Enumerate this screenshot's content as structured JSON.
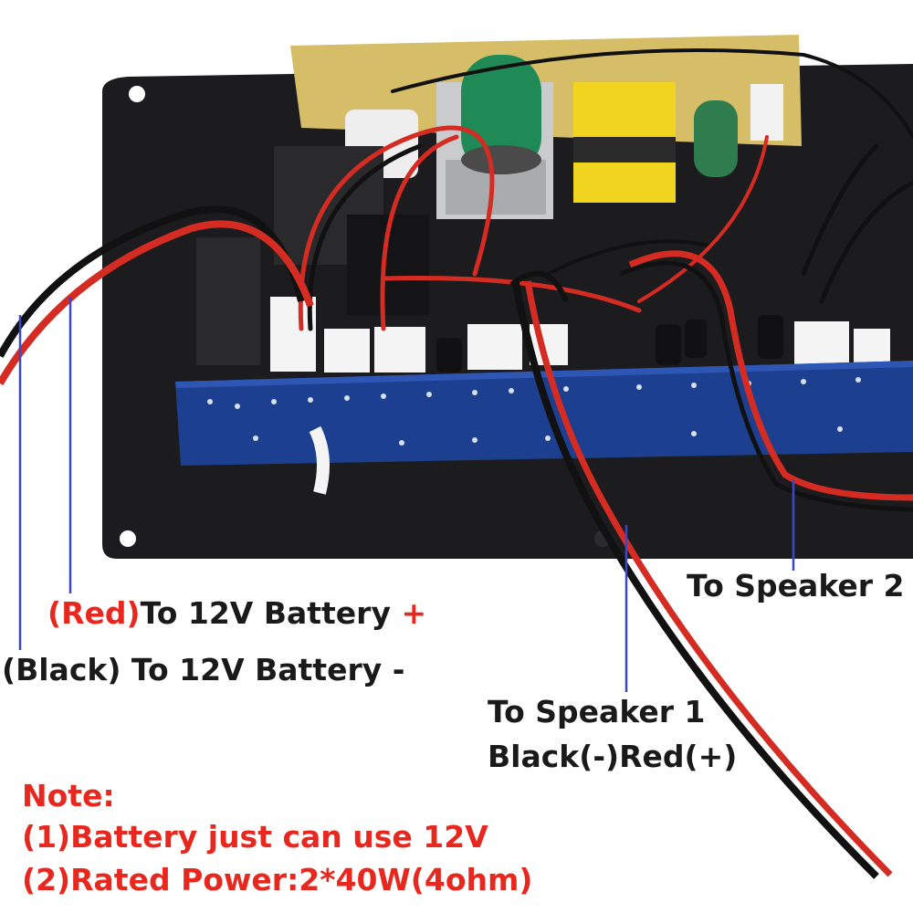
{
  "labels": {
    "battery_plus": {
      "prefix": "(Red)",
      "text": "To 12V Battery ",
      "sign": "+"
    },
    "battery_minus": "(Black) To 12V Battery -",
    "speaker2": "To Speaker 2",
    "speaker1_line1": "To Speaker 1",
    "speaker1_line2": "Black(-)Red(+)"
  },
  "note": {
    "title": "Note:",
    "items": [
      "(1)Battery just can use 12V",
      "(2)Rated Power:2*40W(4ohm)"
    ]
  },
  "colors": {
    "accent_red": "#e8281e",
    "pointer_blue": "#3a48c8",
    "board_blue": "#1d3f8f",
    "plate_black": "#1c1c1e",
    "pcb_yellow": "#d8c06a"
  }
}
